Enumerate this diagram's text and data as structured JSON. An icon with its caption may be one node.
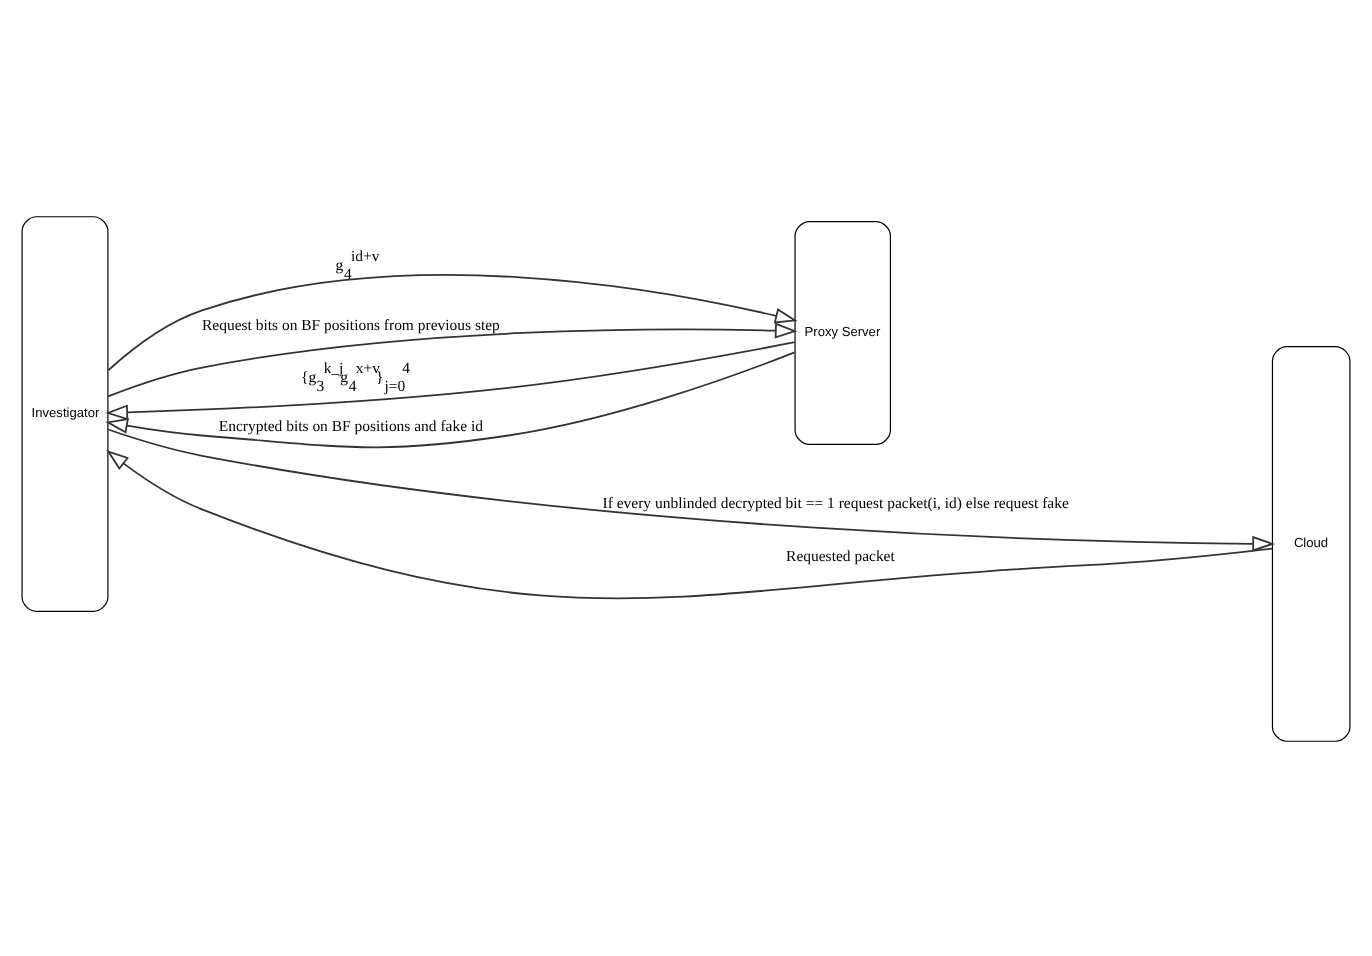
{
  "diagram": {
    "nodes": [
      {
        "text": [
          "Investigator"
        ]
      },
      {
        "text": [
          "Proxy Server"
        ]
      },
      {
        "text": [
          "Cloud"
        ]
      }
    ],
    "edges": [
      {
        "from": 0,
        "to": 1,
        "arrow": "to",
        "label": "g$_{4}$$^{id+v}$"
      },
      {
        "from": 1,
        "to": 0,
        "arrow": "to",
        "label": "{g$_{3}$$^{k_j}$g$_{4}$$^{x+v}$}$_{j=0}$$^{4}$"
      },
      {
        "from": 0,
        "to": 1,
        "arrow": "to",
        "label": "Request bits on BF positions from previous step"
      },
      {
        "from": 1,
        "to": 0,
        "arrow": "to",
        "label": "Encrypted bits on BF positions and fake id"
      },
      {
        "from": 0,
        "to": 2,
        "arrow": "to",
        "label": "If every unblinded decrypted bit == 1 request packet(i, id) else request fake"
      },
      {
        "from": 2,
        "to": 0,
        "arrow": "to",
        "label": "Requested packet"
      }
    ]
  }
}
